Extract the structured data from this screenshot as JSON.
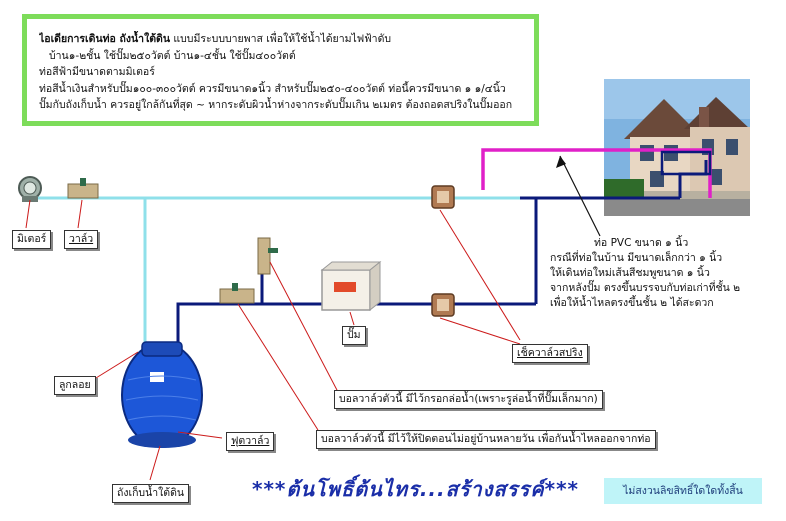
{
  "info": {
    "title_bold": "ไอเดียการเดินท่อ ถังน้ำใต้ดิน",
    "title_rest": " แบบมีระบบบายพาส เพื่อให้ใช้น้ำได้ยามไฟฟ้าดับ",
    "line2": "บ้าน๑-๒ชั้น ใช้ปั๊ม๒๕๐วัตต์    บ้าน๑-๔ชั้น ใช้ปั๊ม๔๐๐วัตต์",
    "line3": "ท่อสีฟ้ามีขนาดตามมิเตอร์",
    "line4": "ท่อสีน้ำเงินสำหรับปั๊ม๑๐๐-๓๐๐วัตต์ ควรมีขนาด๑นิ้ว สำหรับปั๊ม๒๕๐-๔๐๐วัตต์ ท่อนี้ควรมีขนาด ๑ ๑/๔นิ้ว",
    "line5": "ปั๊มกับถังเก็บน้ำ ควรอยู่ใกล้กันที่สุด ~ หากระดับผิวน้ำห่างจากระดับปั๊มเกิน ๒เมตร ต้องถอดสปริงในปั๊มออก"
  },
  "labels": {
    "meter": "มิเตอร์",
    "valve": "วาล์ว",
    "pump": "ปั๊ม",
    "check_valve": "เช็ควาล์วสปริง",
    "float": "ลูกลอย",
    "foot_valve": "ฟุตวาล์ว",
    "tank": "ถังเก็บน้ำใต้ดิน",
    "ballvalve1": "บอลวาล์วตัวนี้ มีไว้กรอกล่อน้ำ(เพราะรูล่อน้ำที่ปั๊มเล็กมาก)",
    "ballvalve2": "บอลวาล์วตัวนี้ มีไว้ให้ปิดตอนไม่อยู่บ้านหลายวัน เพื่อกันน้ำไหลออกจากท่อ"
  },
  "pvc_note": [
    "ท่อ PVC ขนาด ๑ นิ้ว",
    "กรณีที่ท่อในบ้าน มีขนาดเล็กกว่า ๑ นิ้ว",
    "ให้เดินท่อใหม่เส้นสีชมพูขนาด ๑ นิ้ว",
    "จากหลังปั๊ม ตรงขึ้นบรรจบกับท่อเก่าที่ชั้น ๒",
    "เพื่อให้น้ำไหลตรงขึ้นชั้น ๒ ได้สะดวก"
  ],
  "slogan": "***ต้นโพธิ์ต้นไทร...สร้างสรรค์***",
  "copyright": "ไม่สงวนลิขสิทธิ์ใดใดทั้งสิ้น",
  "colors": {
    "light_blue_pipe": "#8fe0ea",
    "dark_blue_pipe": "#0b1a7a",
    "pink_pipe": "#e020c8",
    "box_border": "#7ddc5a",
    "tank_blue": "#1d57d8"
  }
}
